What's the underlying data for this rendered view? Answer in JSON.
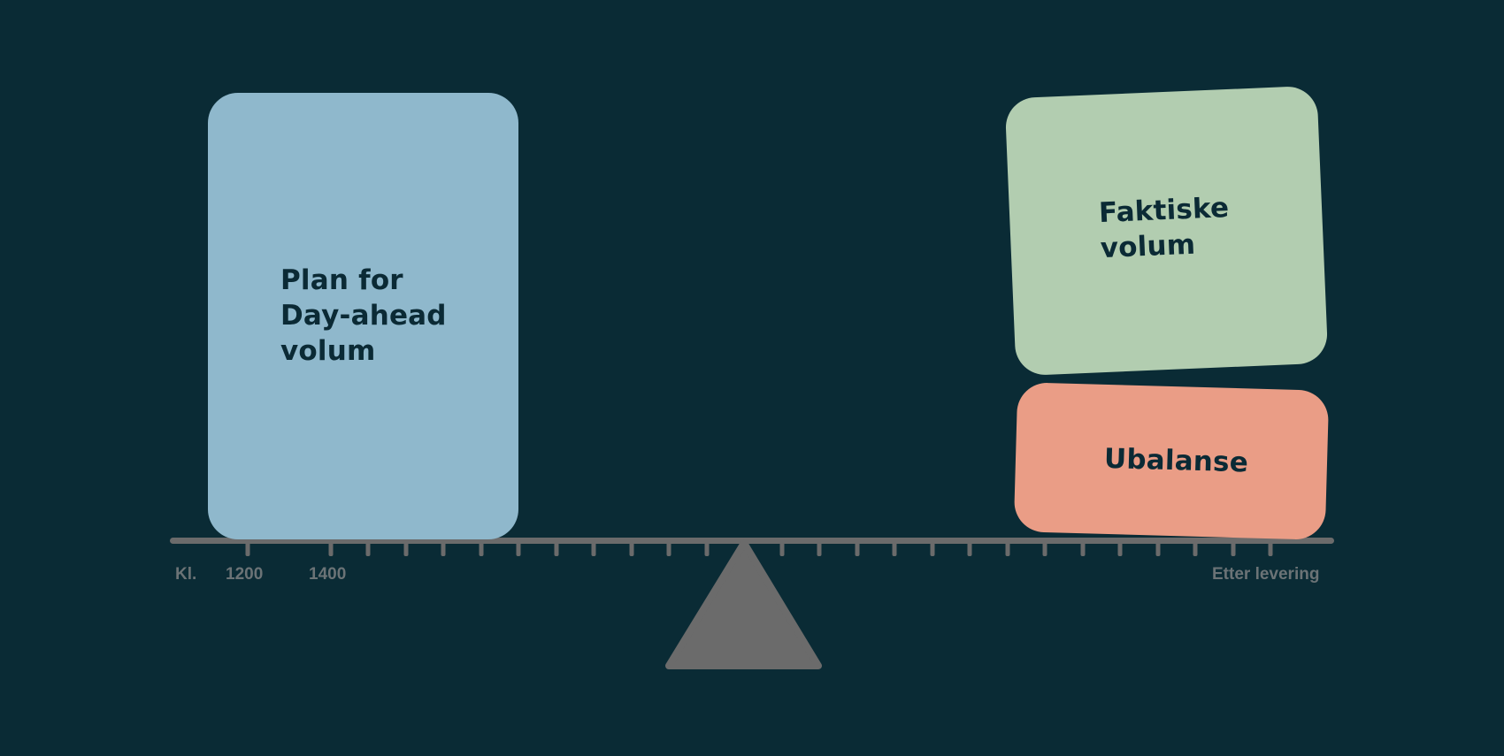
{
  "blocks": {
    "plan": {
      "lines": [
        "Plan for",
        "Day-ahead",
        "volum"
      ],
      "color": "#8fb8cc"
    },
    "faktiske": {
      "lines": [
        "Faktiske",
        "volum"
      ],
      "color": "#b2cdb0"
    },
    "ubalanse": {
      "lines": [
        "Ubalanse"
      ],
      "color": "#ea9d86"
    }
  },
  "axis": {
    "prefix": "Kl.",
    "ticks": [
      "1200",
      "1400"
    ],
    "end_label": "Etter levering"
  },
  "colors": {
    "background": "#0a2b35",
    "scale": "#6b6b6b",
    "text_dark": "#0b2a35",
    "axis_text": "#6b7376"
  },
  "icons": {
    "fulcrum": "triangle"
  }
}
